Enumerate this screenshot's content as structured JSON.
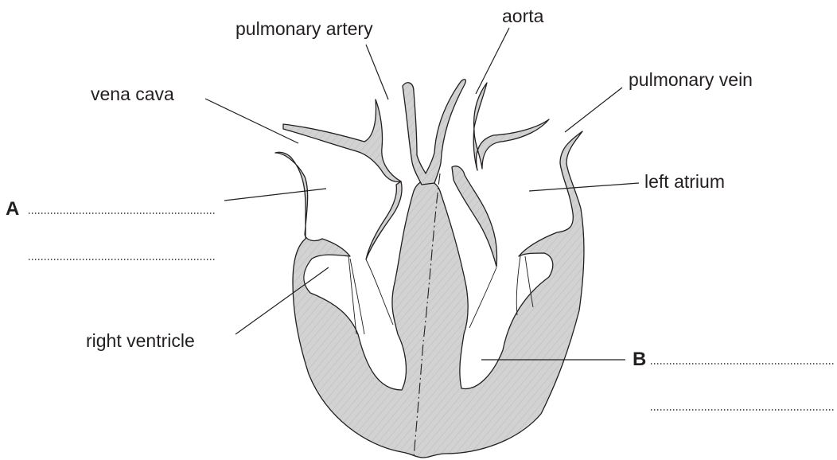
{
  "labels": {
    "pulmonary_artery": "pulmonary artery",
    "aorta": "aorta",
    "vena_cava": "vena cava",
    "pulmonary_vein": "pulmonary vein",
    "left_atrium": "left atrium",
    "right_ventricle": "right ventricle"
  },
  "answer_labels": {
    "a": "A",
    "b": "B"
  },
  "colors": {
    "wall_fill": "#d2d2d3",
    "outline": "#231f20"
  }
}
